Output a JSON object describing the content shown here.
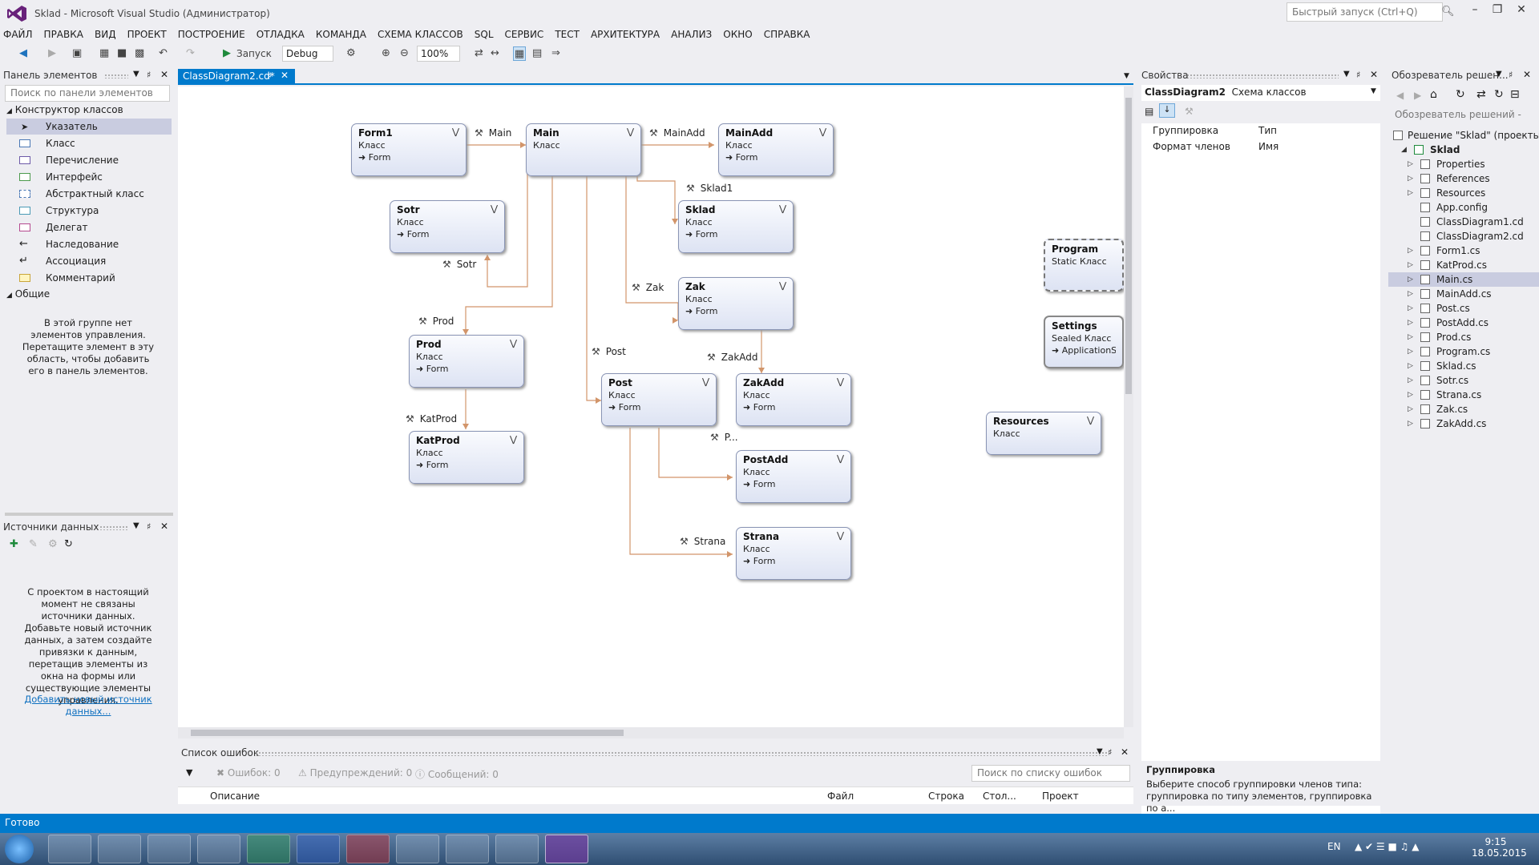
{
  "window": {
    "title": "Sklad - Microsoft Visual Studio (Администратор)",
    "quick_launch": "Быстрый запуск (Ctrl+Q)"
  },
  "menu": [
    "ФАЙЛ",
    "ПРАВКА",
    "ВИД",
    "ПРОЕКТ",
    "ПОСТРОЕНИЕ",
    "ОТЛАДКА",
    "КОМАНДА",
    "СХЕМА КЛАССОВ",
    "SQL",
    "СЕРВИС",
    "ТЕСТ",
    "АРХИТЕКТУРА",
    "АНАЛИЗ",
    "ОКНО",
    "СПРАВКА"
  ],
  "toolbar": {
    "run_label": "Запуск",
    "config": "Debug",
    "zoom": "100%"
  },
  "toolbox": {
    "title": "Панель элементов",
    "search_placeholder": "Поиск по панели элементов",
    "group": "Конструктор классов",
    "items": [
      "Указатель",
      "Класс",
      "Перечисление",
      "Интерфейс",
      "Абстрактный класс",
      "Структура",
      "Делегат",
      "Наследование",
      "Ассоциация",
      "Комментарий"
    ],
    "general_group": "Общие",
    "empty_text": "В этой группе нет элементов управления. Перетащите элемент в эту область, чтобы добавить его в панель элементов."
  },
  "datasources": {
    "title": "Источники данных",
    "text": "С проектом в настоящий момент не связаны источники данных. Добавьте новый источник данных, а затем создайте привязки к данным, перетащив элементы из окна на формы или существующие элементы управления.",
    "link": "Добавить новый источник данных..."
  },
  "tab": {
    "label": "ClassDiagram2.cd*"
  },
  "diagram": {
    "classes": [
      {
        "name": "Form1",
        "kind": "Класс",
        "base": "Form"
      },
      {
        "name": "Main",
        "kind": "Класс",
        "base": ""
      },
      {
        "name": "MainAdd",
        "kind": "Класс",
        "base": "Form"
      },
      {
        "name": "Sotr",
        "kind": "Класс",
        "base": "Form"
      },
      {
        "name": "Sklad",
        "kind": "Класс",
        "base": "Form"
      },
      {
        "name": "Zak",
        "kind": "Класс",
        "base": "Form"
      },
      {
        "name": "Prod",
        "kind": "Класс",
        "base": "Form"
      },
      {
        "name": "Post",
        "kind": "Класс",
        "base": "Form"
      },
      {
        "name": "ZakAdd",
        "kind": "Класс",
        "base": "Form"
      },
      {
        "name": "KatProd",
        "kind": "Класс",
        "base": "Form"
      },
      {
        "name": "PostAdd",
        "kind": "Класс",
        "base": "Form"
      },
      {
        "name": "Strana",
        "kind": "Класс",
        "base": "Form"
      },
      {
        "name": "Program",
        "kind": "Static Класс",
        "base": ""
      },
      {
        "name": "Settings",
        "kind": "Sealed Класс",
        "base": "ApplicationSe"
      },
      {
        "name": "Resources",
        "kind": "Класс",
        "base": ""
      }
    ],
    "associations": [
      "Main",
      "MainAdd",
      "Sklad1",
      "Sotr",
      "Zak",
      "Prod",
      "Post",
      "ZakAdd",
      "KatProd",
      "P...",
      "Strana"
    ]
  },
  "errors": {
    "title": "Список ошибок",
    "errors": "Ошибок: 0",
    "warnings": "Предупреждений: 0",
    "messages": "Сообщений: 0",
    "search_placeholder": "Поиск по списку ошибок",
    "columns": [
      "Описание",
      "Файл",
      "Строка",
      "Стол...",
      "Проект"
    ]
  },
  "properties": {
    "title": "Свойства",
    "object": "ClassDiagram2",
    "object_type": "Схема классов",
    "rows": [
      {
        "name": "Группировка",
        "value": "Тип"
      },
      {
        "name": "Формат членов",
        "value": "Имя"
      }
    ],
    "desc_title": "Группировка",
    "desc_text": "Выберите способ группировки членов типа: группировка по типу элементов, группировка по а..."
  },
  "solution": {
    "title": "Обозреватель решен...",
    "search_placeholder": "Обозреватель решений -",
    "root": "Решение \"Sklad\" (проекты",
    "project": "Sklad",
    "items": [
      "Properties",
      "References",
      "Resources",
      "App.config",
      "ClassDiagram1.cd",
      "ClassDiagram2.cd",
      "Form1.cs",
      "KatProd.cs",
      "Main.cs",
      "MainAdd.cs",
      "Post.cs",
      "PostAdd.cs",
      "Prod.cs",
      "Program.cs",
      "Sklad.cs",
      "Sotr.cs",
      "Strana.cs",
      "Zak.cs",
      "ZakAdd.cs"
    ]
  },
  "status": {
    "text": "Готово"
  },
  "taskbar": {
    "lang": "EN",
    "time": "9:15",
    "date": "18.05.2015"
  },
  "colors": {
    "accent": "#007acc",
    "assoc_line": "#d2956a"
  }
}
